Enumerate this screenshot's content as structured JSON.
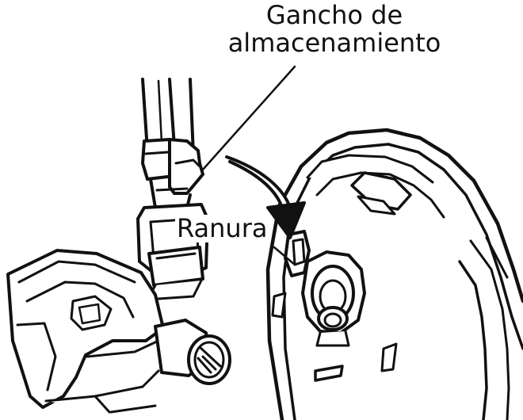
{
  "labels": {
    "hook_line1": "Gancho de",
    "hook_line2": "almacenamiento",
    "slot": "Ranura"
  },
  "colors": {
    "ink": "#111111",
    "background": "#ffffff"
  }
}
